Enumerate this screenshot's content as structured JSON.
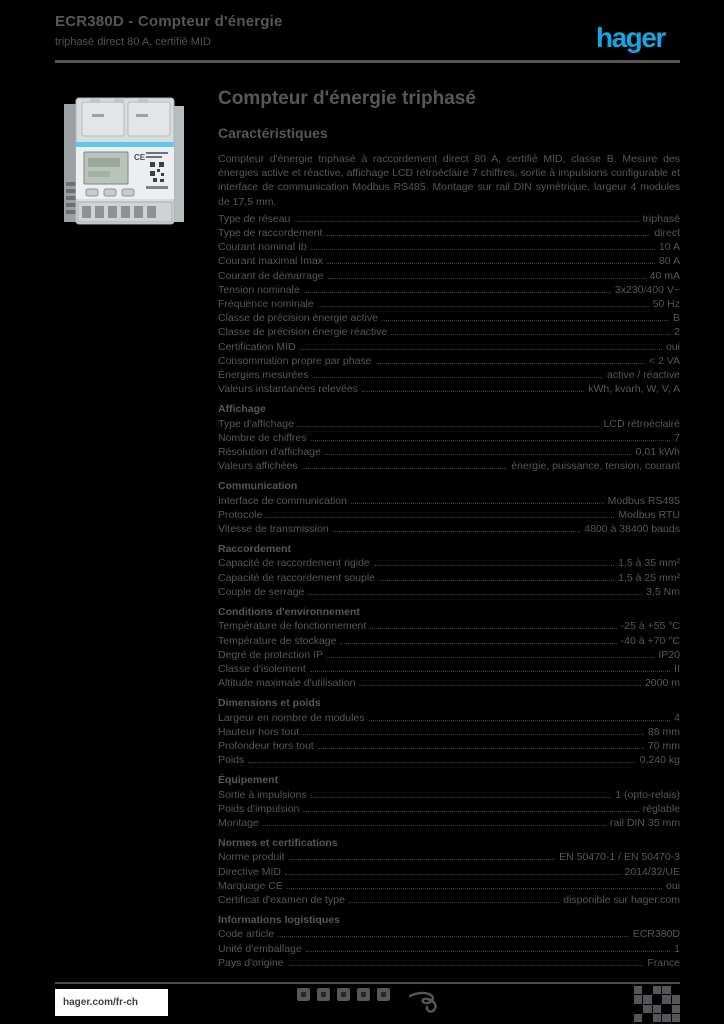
{
  "page": {
    "background_color": "#000000",
    "text_color": "#55575a",
    "accent_blue": "#16a5e0"
  },
  "header": {
    "title_line1": "ECR380D - Compteur d'énergie",
    "title_line2": "triphasé direct 80 A, certifié MID",
    "logo_text": "hager"
  },
  "main": {
    "title": "Compteur d'énergie triphasé",
    "reference_badge": "Caractéristiques",
    "description": "Compteur d'énergie triphasé à raccordement direct 80 A, certifié MID, classe B. Mesure des énergies active et réactive, affichage LCD rétroéclairé 7 chiffres, sortie à impulsions configurable et interface de communication Modbus RS485. Montage sur rail DIN symétrique, largeur 4 modules de 17,5 mm."
  },
  "spec_blocks": [
    {
      "heading": null,
      "rows": [
        {
          "label": "Type de réseau",
          "value": "triphasé"
        },
        {
          "label": "Type de raccordement",
          "value": "direct"
        },
        {
          "label": "Courant nominal Ib",
          "value": "10 A"
        },
        {
          "label": "Courant maximal Imax",
          "value": "80 A"
        },
        {
          "label": "Courant de démarrage",
          "value": "40 mA"
        },
        {
          "label": "Tension nominale",
          "value": "3x230/400 V~"
        },
        {
          "label": "Fréquence nominale",
          "value": "50 Hz"
        },
        {
          "label": "Classe de précision énergie active",
          "value": "B"
        },
        {
          "label": "Classe de précision énergie réactive",
          "value": "2"
        },
        {
          "label": "Certification MID",
          "value": "oui"
        },
        {
          "label": "Consommation propre par phase",
          "value": "< 2 VA"
        },
        {
          "label": "Énergies mesurées",
          "value": "active / réactive"
        },
        {
          "label": "Valeurs instantanées relevées",
          "value": "kWh, kvarh, W, V, A"
        }
      ]
    },
    {
      "heading": "Affichage",
      "rows": [
        {
          "label": "Type d'affichage",
          "value": "LCD rétroéclairé"
        },
        {
          "label": "Nombre de chiffres",
          "value": "7"
        },
        {
          "label": "Résolution d'affichage",
          "value": "0,01 kWh"
        },
        {
          "label": "Valeurs affichées",
          "value": "énergie, puissance, tension, courant"
        }
      ]
    },
    {
      "heading": "Communication",
      "rows": [
        {
          "label": "Interface de communication",
          "value": "Modbus RS485"
        },
        {
          "label": "Protocole",
          "value": "Modbus RTU"
        },
        {
          "label": "Vitesse de transmission",
          "value": "4800 à 38400 bauds"
        }
      ]
    },
    {
      "heading": "Raccordement",
      "rows": [
        {
          "label": "Capacité de raccordement rigide",
          "value": "1,5 à 35 mm²"
        },
        {
          "label": "Capacité de raccordement souple",
          "value": "1,5 à 25 mm²"
        },
        {
          "label": "Couple de serrage",
          "value": "3,5 Nm"
        }
      ]
    },
    {
      "heading": "Conditions d'environnement",
      "rows": [
        {
          "label": "Température de fonctionnement",
          "value": "-25 à +55 °C"
        },
        {
          "label": "Température de stockage",
          "value": "-40 à +70 °C"
        },
        {
          "label": "Degré de protection IP",
          "value": "IP20"
        },
        {
          "label": "Classe d'isolement",
          "value": "II"
        },
        {
          "label": "Altitude maximale d'utilisation",
          "value": "2000 m"
        }
      ]
    },
    {
      "heading": "Dimensions et poids",
      "rows": [
        {
          "label": "Largeur en nombre de modules",
          "value": "4"
        },
        {
          "label": "Hauteur hors tout",
          "value": "88 mm"
        },
        {
          "label": "Profondeur hors tout",
          "value": "70 mm"
        },
        {
          "label": "Poids",
          "value": "0,240 kg"
        }
      ]
    },
    {
      "heading": "Équipement",
      "rows": [
        {
          "label": "Sortie à impulsions",
          "value": "1 (opto-relais)"
        },
        {
          "label": "Poids d'impulsion",
          "value": "réglable"
        },
        {
          "label": "Montage",
          "value": "rail DIN 35 mm"
        }
      ]
    },
    {
      "heading": "Normes et certifications",
      "rows": [
        {
          "label": "Norme produit",
          "value": "EN 50470-1 / EN 50470-3"
        },
        {
          "label": "Directive MID",
          "value": "2014/32/UE"
        },
        {
          "label": "Marquage CE",
          "value": "oui"
        },
        {
          "label": "Certificat d'examen de type",
          "value": "disponible sur hager.com"
        }
      ]
    },
    {
      "heading": "Informations logistiques",
      "rows": [
        {
          "label": "Code article",
          "value": "ECR380D"
        },
        {
          "label": "Unité d'emballage",
          "value": "1"
        },
        {
          "label": "Pays d'origine",
          "value": "France"
        }
      ]
    }
  ],
  "product_photo": {
    "ce_mark": "CE",
    "stripe_color": "#5fc8ea",
    "body_color": "#d9dcde"
  },
  "footer": {
    "url": "hager.com/fr-ch",
    "icons": [
      "facebook-icon",
      "twitter-icon",
      "youtube-icon",
      "linkedin-icon",
      "instagram-icon"
    ],
    "signature": "signature-glyph",
    "qr": "qr-mark"
  }
}
